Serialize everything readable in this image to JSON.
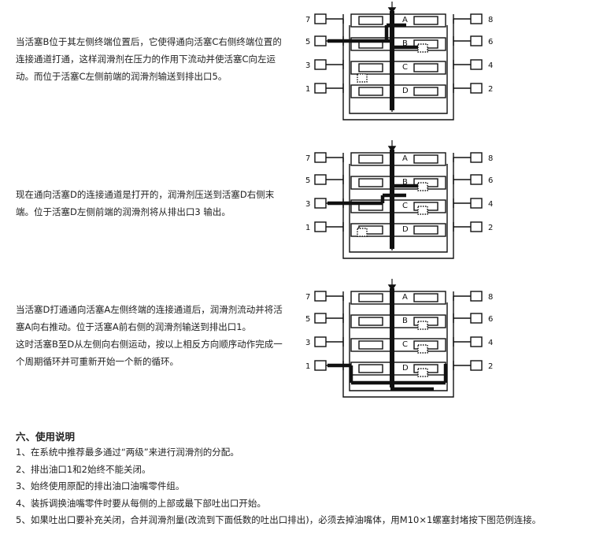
{
  "paragraphs": [
    {
      "lines": [
        "当活塞B位于其左侧终端位置后，它使得通向活塞C右侧终端位置的",
        "连接通道打通，这样润滑剂在压力的作用下流动并使活塞C向左运",
        "动。而位于活塞C左侧前端的润滑剂输送到排出口5。"
      ]
    },
    {
      "lines": [
        "现在通向活塞D的连接通道是打开的，润滑剂压送到活塞D右侧末",
        "端。位于活塞D左侧前端的润滑剂将从排出口3 输出。"
      ]
    },
    {
      "lines": [
        "当活塞D打通通向活塞A左侧终端的连接通道后，润滑剂流动并将活",
        "塞A向右推动。位于活塞A前右侧的润滑剂输送到排出口1。",
        "这时活塞B至D从左侧向右侧运动，按以上相反方向顺序动作完成一",
        "个周期循环并可重新开始一个新的循环。"
      ]
    }
  ],
  "diagram_labels": {
    "left_ports": [
      "7",
      "5",
      "3",
      "1"
    ],
    "right_ports": [
      "8",
      "6",
      "4",
      "2"
    ],
    "pistons": [
      "A",
      "B",
      "C",
      "D"
    ]
  },
  "usage": {
    "title": "六、使用说明",
    "items": [
      "1、在系统中推荐最多通过“两级”来进行润滑剂的分配。",
      "2、排出油口1和2始终不能关闭。",
      "3、始终使用原配的排出油口油嘴零件组。",
      "4、装拆调换油嘴零件时要从每侧的上部或最下部吐出口开始。",
      "5、如果吐出口要补充关闭，合并润滑剂量(改流到下面低数的吐出口排出)，必须去掉油嘴体，用M10×1螺塞封堵按下图范例连接。"
    ]
  }
}
